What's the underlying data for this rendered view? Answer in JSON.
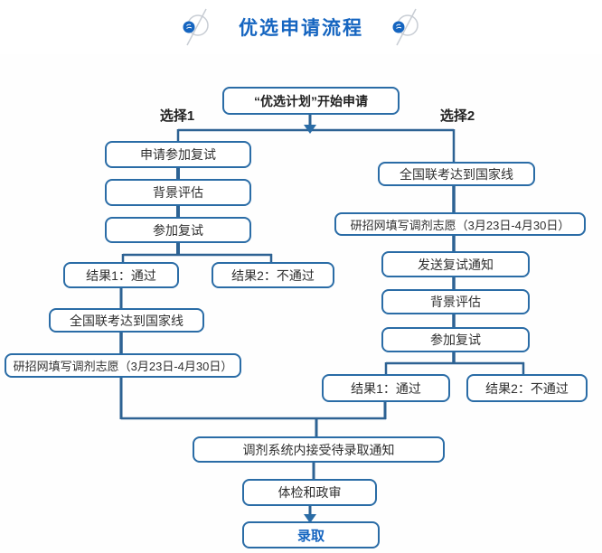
{
  "header": {
    "title": "优选申请流程",
    "ornament_icon": "circle-slash-ornament"
  },
  "flow": {
    "start_label": "“优选计划”开始申请",
    "choice1_label": "选择1",
    "choice2_label": "选择2",
    "left": {
      "steps": [
        "申请参加复试",
        "背景评估",
        "参加复试"
      ],
      "results": [
        "结果1：通过",
        "结果2：不通过"
      ],
      "after": [
        "全国联考达到国家线",
        "研招网填写调剂志愿（3月23日-4月30日）"
      ]
    },
    "right": {
      "steps": [
        "全国联考达到国家线",
        "研招网填写调剂志愿（3月23日-4月30日）",
        "发送复试通知",
        "背景评估",
        "参加复试"
      ],
      "results": [
        "结果1：通过",
        "结果2：不通过"
      ]
    },
    "merge": [
      "调剂系统内接受待录取通知",
      "体检和政审",
      "录取"
    ]
  },
  "colors": {
    "title_blue": "#1565c0",
    "box_border": "#2a6ca6",
    "connector": "#2d6293",
    "text": "#2f2f2f"
  }
}
